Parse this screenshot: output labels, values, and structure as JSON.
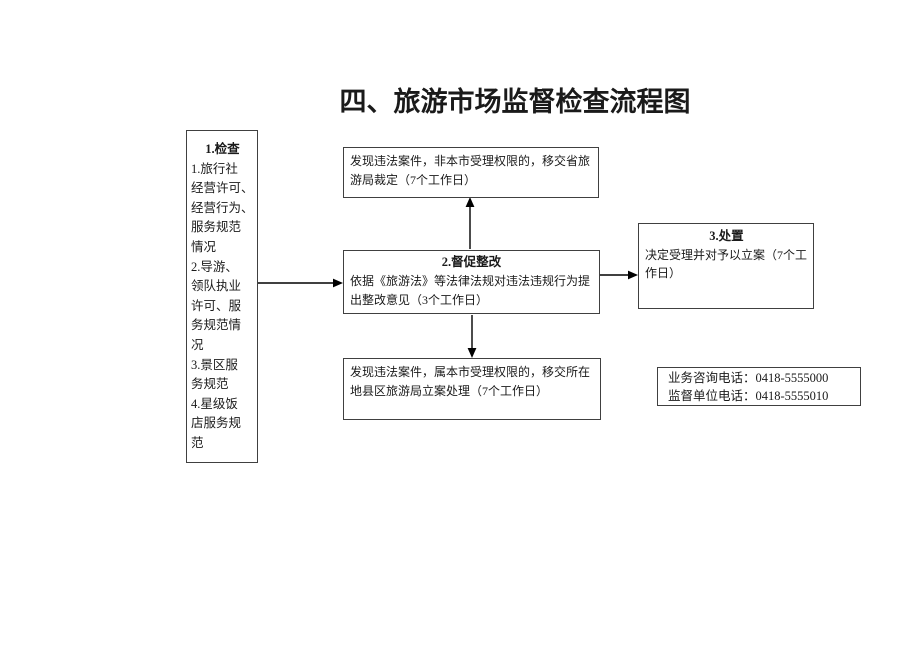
{
  "page": {
    "title": "四、旅游市场监督检查流程图"
  },
  "flowchart": {
    "inspection_box": {
      "title": "1.检查",
      "body": "1.旅行社\n经营许可、\n经营行为、\n服务规范\n情况\n2.导游、\n领队执业\n许可、服\n务规范情\n况\n3.景区服\n务规范\n4.星级饭\n店服务规\n范"
    },
    "transfer_province_box": {
      "body": "发现违法案件，非本市受理权限的，移交省旅\n游局裁定（7个工作日）"
    },
    "rectify_box": {
      "title": "2.督促整改",
      "body": "依据《旅游法》等法律法规对违法违规行为提\n出整改意见（3个工作日）"
    },
    "transfer_county_box": {
      "body": "发现违法案件，属本市受理权限的，移交所在\n地县区旅游局立案处理（7个工作日）"
    },
    "disposal_box": {
      "title": "3.处置",
      "body": "决定受理并对予以立案（7个工\n作日）"
    },
    "contact_box": {
      "consult_line": "业务咨询电话：0418-5555000",
      "supervise_line": "监督单位电话：0418-5555010"
    }
  },
  "colors": {
    "border": "#404040",
    "text": "#1a1a1a",
    "background": "#ffffff"
  }
}
